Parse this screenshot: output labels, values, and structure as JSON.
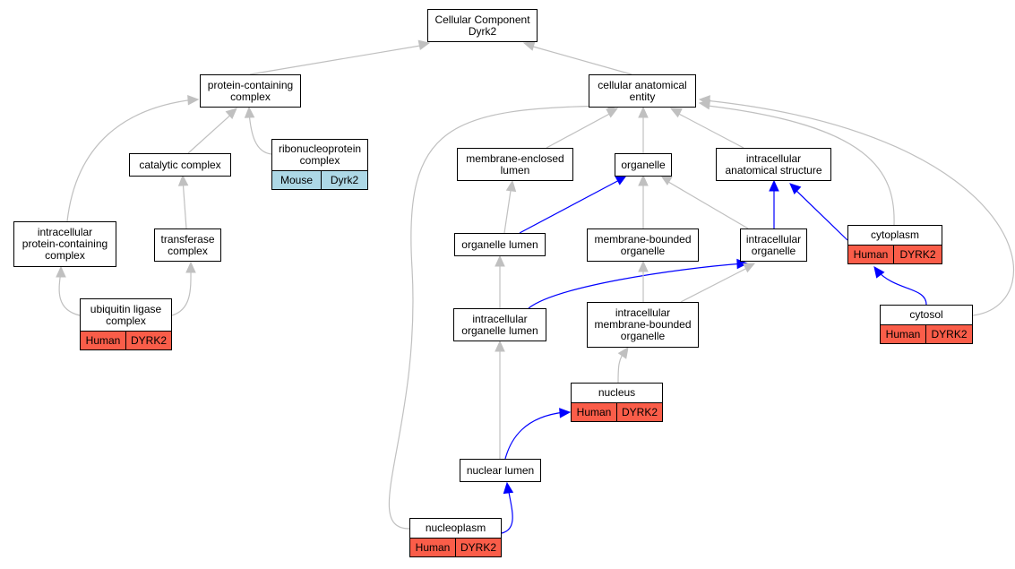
{
  "colors": {
    "edge_gray": "#c0c0c0",
    "edge_blue": "#0000ff",
    "human": "#fa5d49",
    "mouse": "#add8e6",
    "border": "#000000"
  },
  "nodes": {
    "cc_dyrk2": {
      "label": "Cellular Component\nDyrk2"
    },
    "protein_containing_complex": {
      "label": "protein-containing\ncomplex"
    },
    "cellular_anatomical_entity": {
      "label": "cellular anatomical\nentity"
    },
    "catalytic_complex": {
      "label": "catalytic complex"
    },
    "ribonucleoprotein_complex": {
      "label": "ribonucleoprotein\ncomplex",
      "species": "Mouse",
      "gene": "Dyrk2"
    },
    "membrane_enclosed_lumen": {
      "label": "membrane-enclosed\nlumen"
    },
    "organelle": {
      "label": "organelle"
    },
    "intracellular_anatomical_structure": {
      "label": "intracellular\nanatomical structure"
    },
    "intracellular_protein_containing_complex": {
      "label": "intracellular\nprotein-containing\ncomplex"
    },
    "transferase_complex": {
      "label": "transferase\ncomplex"
    },
    "organelle_lumen": {
      "label": "organelle lumen"
    },
    "membrane_bounded_organelle": {
      "label": "membrane-bounded\norganelle"
    },
    "intracellular_organelle": {
      "label": "intracellular\norganelle"
    },
    "cytoplasm": {
      "label": "cytoplasm",
      "species": "Human",
      "gene": "DYRK2"
    },
    "ubiquitin_ligase_complex": {
      "label": "ubiquitin ligase\ncomplex",
      "species": "Human",
      "gene": "DYRK2"
    },
    "intracellular_organelle_lumen": {
      "label": "intracellular\norganelle lumen"
    },
    "intracellular_membrane_bounded_organelle": {
      "label": "intracellular\nmembrane-bounded\norganelle"
    },
    "cytosol": {
      "label": "cytosol",
      "species": "Human",
      "gene": "DYRK2"
    },
    "nucleus": {
      "label": "nucleus",
      "species": "Human",
      "gene": "DYRK2"
    },
    "nuclear_lumen": {
      "label": "nuclear lumen"
    },
    "nucleoplasm": {
      "label": "nucleoplasm",
      "species": "Human",
      "gene": "DYRK2"
    }
  }
}
